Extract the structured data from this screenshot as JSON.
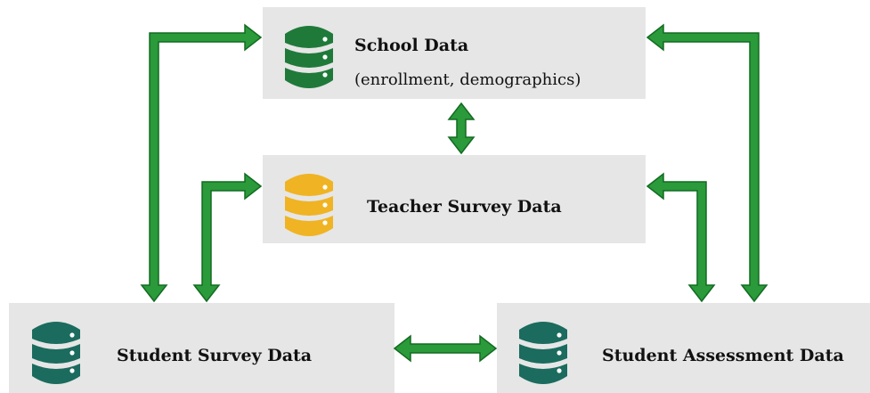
{
  "colors": {
    "arrow_fill": "#2a9a3a",
    "arrow_stroke": "#136b22",
    "box_bg": "#e6e6e6",
    "db_school": "#1f7a3a",
    "db_teacher": "#f0b323",
    "db_student": "#1b6b5e",
    "db_assessment": "#1b6b5e"
  },
  "nodes": {
    "school": {
      "title": "School Data",
      "subtitle": "(enrollment, demographics)",
      "icon": "database-icon"
    },
    "teacher": {
      "title": "Teacher Survey Data",
      "icon": "database-icon"
    },
    "student_survey": {
      "title": "Student Survey Data",
      "icon": "database-icon"
    },
    "student_assessment": {
      "title": "Student Assessment Data",
      "icon": "database-icon"
    }
  },
  "connections": [
    {
      "from": "school",
      "to": "teacher",
      "bidirectional": true
    },
    {
      "from": "school",
      "to": "student_survey",
      "bidirectional": true
    },
    {
      "from": "school",
      "to": "student_assessment",
      "bidirectional": true
    },
    {
      "from": "teacher",
      "to": "student_survey",
      "bidirectional": true
    },
    {
      "from": "teacher",
      "to": "student_assessment",
      "bidirectional": true
    },
    {
      "from": "student_survey",
      "to": "student_assessment",
      "bidirectional": true
    }
  ]
}
